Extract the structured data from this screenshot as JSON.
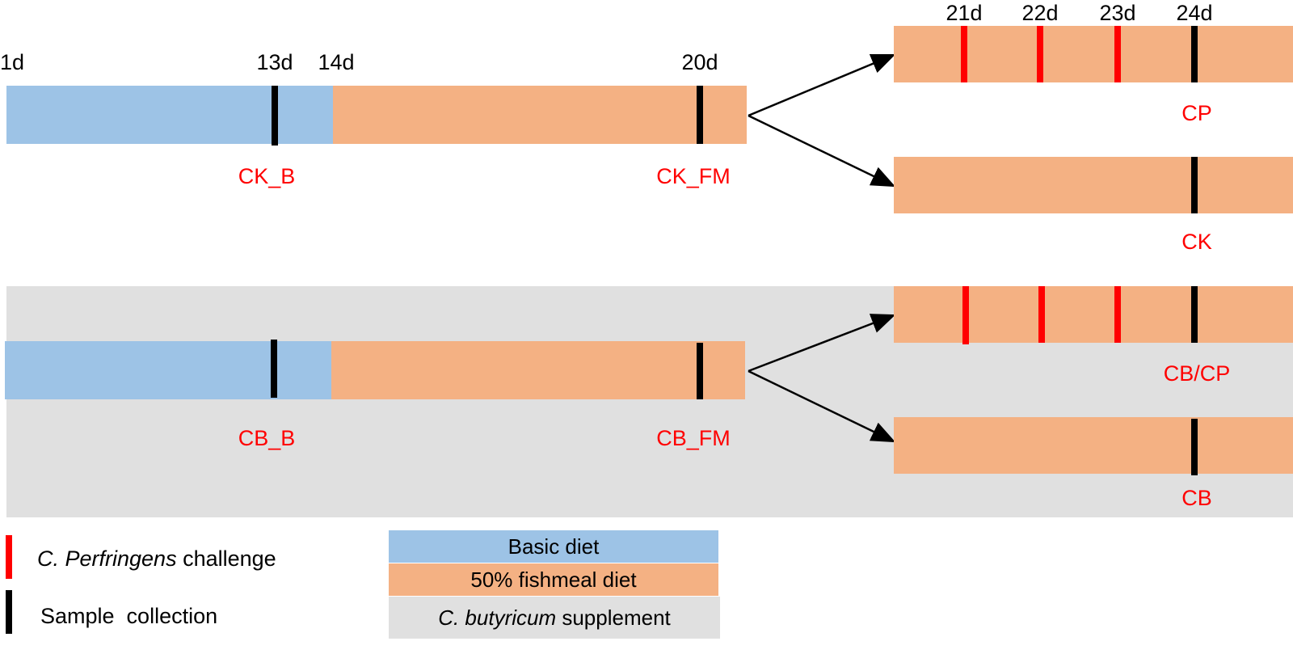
{
  "day_labels": {
    "d1": "1d",
    "d13": "13d",
    "d14": "14d",
    "d20": "20d",
    "d21": "21d",
    "d22": "22d",
    "d23": "23d",
    "d24": "24d"
  },
  "group_labels": {
    "ck_b": "CK_B",
    "ck_fm": "CK_FM",
    "cp": "CP",
    "ck": "CK",
    "cb_b": "CB_B",
    "cb_fm": "CB_FM",
    "cb_cp": "CB/CP",
    "cb": "CB"
  },
  "legend": {
    "challenge_italic": "C. Perfringens",
    "challenge_rest": " challenge",
    "sample": "Sample  collection",
    "basic_diet": "Basic diet",
    "fishmeal_diet": "50% fishmeal diet",
    "supplement_italic": "C. butyricum",
    "supplement_rest": " supplement"
  },
  "colors": {
    "basic_diet": "#9dc3e6",
    "fishmeal_diet": "#f4b183",
    "supplement": "#e0e0e0",
    "challenge": "#ff0000",
    "sample": "#000000"
  }
}
